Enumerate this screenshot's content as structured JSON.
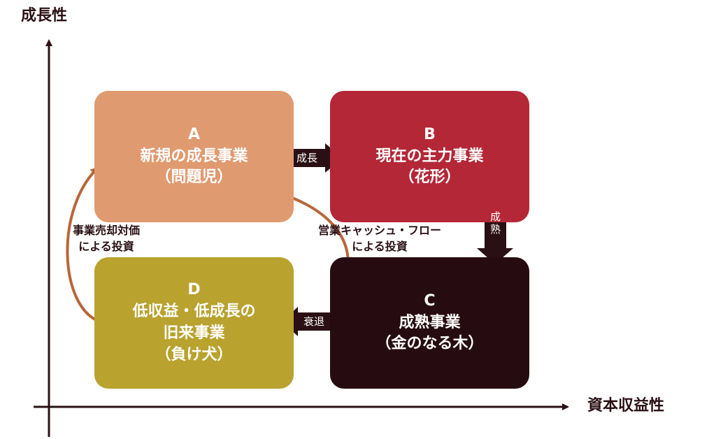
{
  "axes": {
    "y_label": "成長性",
    "x_label": "資本収益性"
  },
  "quadrants": [
    {
      "id": "A",
      "lines": [
        "A",
        "新規の成長事業",
        "（問題児）"
      ],
      "color": "#e09a70"
    },
    {
      "id": "B",
      "lines": [
        "B",
        "現在の主力事業",
        "（花形）"
      ],
      "color": "#b42737"
    },
    {
      "id": "C",
      "lines": [
        "C",
        "成熟事業",
        "（金のなる木）"
      ],
      "color": "#260c10"
    },
    {
      "id": "D",
      "lines": [
        "D",
        "低収益・低成長の",
        "旧来事業",
        "（負け犬）"
      ],
      "color": "#b9a22e"
    }
  ],
  "arrows": {
    "a_to_b": "成長",
    "b_to_c": "成熟",
    "c_to_d": "衰退"
  },
  "notes": {
    "d_to_a": [
      "事業売却対価",
      "による投資"
    ],
    "c_to_a": [
      "営業キャッシュ・フロー",
      "による投資"
    ]
  },
  "colors": {
    "axis": "#2a1014",
    "arrow_box": "#2a1014",
    "curve": "#b8663a"
  }
}
